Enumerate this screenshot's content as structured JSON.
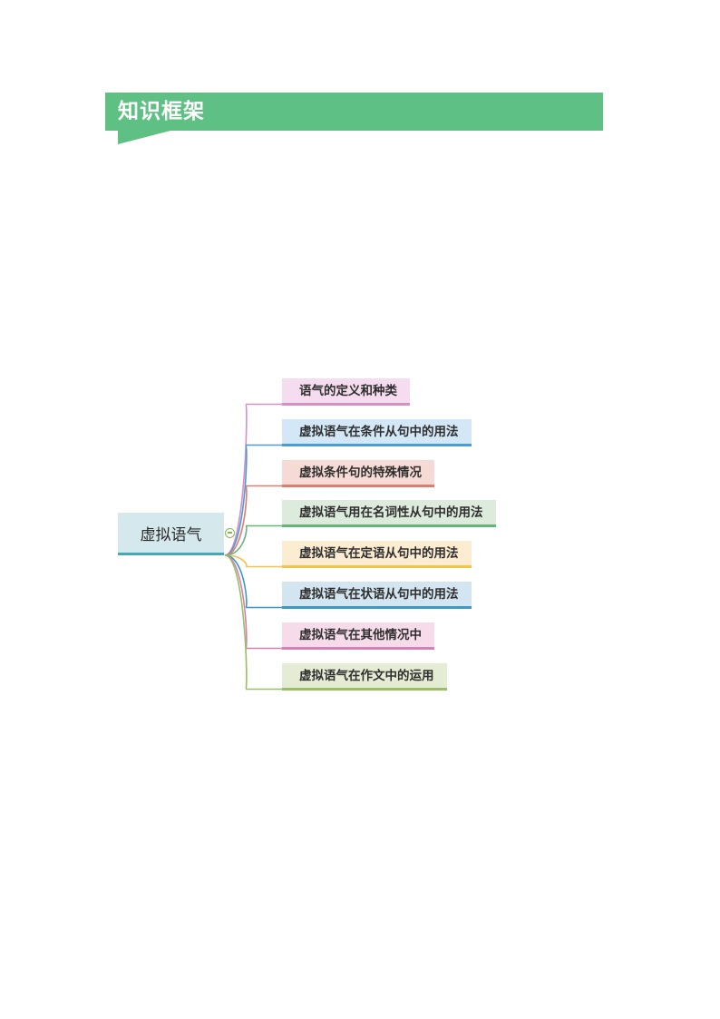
{
  "header": {
    "title": "知识框架",
    "color": "#5fc083"
  },
  "mindmap": {
    "root": {
      "label": "虚拟语气",
      "fill": "#d5e8ec",
      "underline": "#47a8b5"
    },
    "branches": [
      {
        "label": "语气的定义和种类",
        "fill": "#f6dcef",
        "underline": "#d58fc3",
        "line": "#d58fc3"
      },
      {
        "label": "虚拟语气在条件从句中的用法",
        "fill": "#d4e7f7",
        "underline": "#4a9cd8",
        "line": "#4a9cd8"
      },
      {
        "label": "虚拟条件句的特殊情况",
        "fill": "#f6dad5",
        "underline": "#e07c69",
        "line": "#e07c69"
      },
      {
        "label": "虚拟语气用在名词性从句中的用法",
        "fill": "#dcebdc",
        "underline": "#67b47a",
        "line": "#67b47a"
      },
      {
        "label": "虚拟语气在定语从句中的用法",
        "fill": "#fcecd2",
        "underline": "#f2c44d",
        "line": "#f2c44d"
      },
      {
        "label": "虚拟语气在状语从句中的用法",
        "fill": "#d3e5f0",
        "underline": "#3c99c4",
        "line": "#3c99c4"
      },
      {
        "label": "虚拟语气在其他情况中",
        "fill": "#f6dbea",
        "underline": "#d77fb4",
        "line": "#d77fb4"
      },
      {
        "label": "虚拟语气在作文中的运用",
        "fill": "#e4ecd4",
        "underline": "#98c063",
        "line": "#98c063"
      }
    ]
  }
}
